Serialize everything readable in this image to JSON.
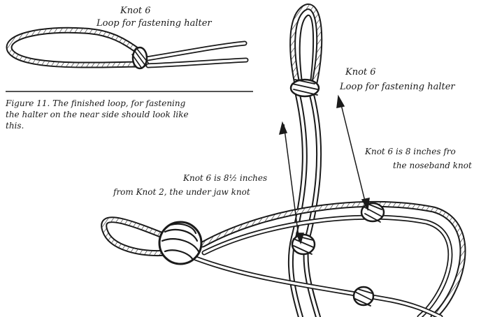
{
  "figure": {
    "caption_lines": [
      "Figure 11. The finished loop, for fastening",
      "the halter on the near side should look like",
      "this."
    ]
  },
  "labels": {
    "knot6_small_title": "Knot 6",
    "knot6_small_sub": "Loop for fastening halter",
    "knot6_big_title": "Knot 6",
    "knot6_big_sub": "Loop for fastening halter",
    "noseband_line1": "Knot 6 is 8 inches fro",
    "noseband_line2": "the noseband knot",
    "underjaw_line1": "Knot 6 is 8½ inches",
    "underjaw_line2": "from Knot 2, the under jaw knot"
  },
  "colors": {
    "ink": "#1a1a1a",
    "paper": "#ffffff"
  }
}
